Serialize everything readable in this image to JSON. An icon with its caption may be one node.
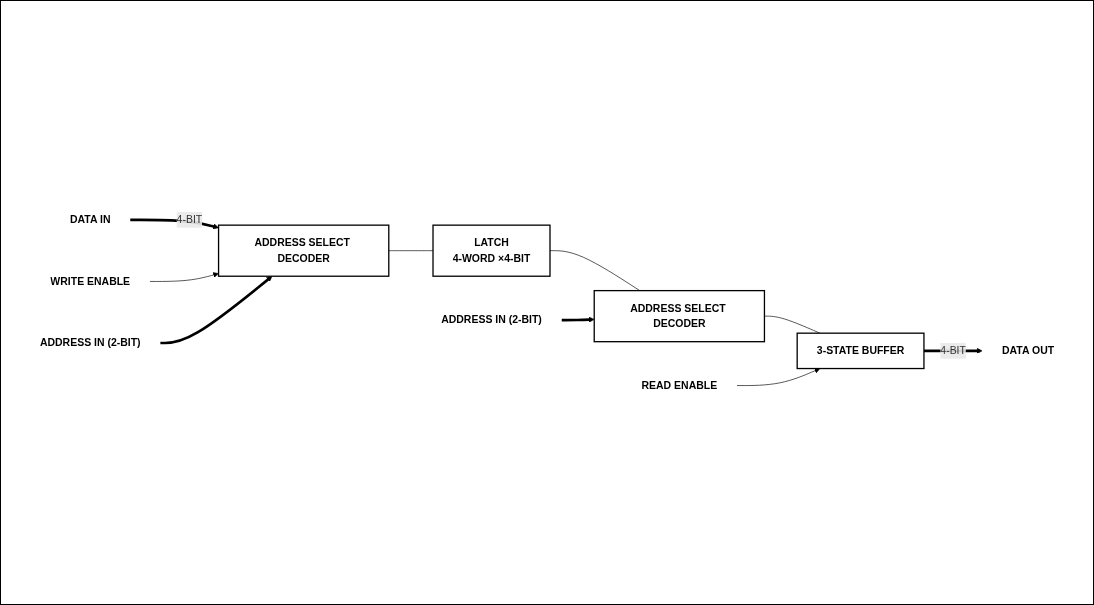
{
  "diagram": {
    "nodes": [
      {
        "text": [
          "DATA IN"
        ]
      },
      {
        "text": [
          "ADDRESS SELECT DECODER"
        ]
      },
      {
        "text": [
          "LATCH",
          "4-WORD ×4-BIT"
        ]
      },
      {
        "text": [
          "ADDRESS SELECT DECODER"
        ]
      },
      {
        "text": [
          "3-STATE BUFFER"
        ]
      },
      {
        "text": [
          "DATA OUT"
        ]
      },
      {
        "text": [
          "WRITE ENABLE"
        ]
      },
      {
        "text": [
          "ADDRESS IN (2-BIT)"
        ]
      },
      {
        "text": [
          "ADDRESS IN (2-BIT)"
        ]
      },
      {
        "text": [
          "READ ENABLE"
        ]
      }
    ],
    "edges": [
      {
        "from": 0,
        "to": 1,
        "arrow": "to",
        "label": "4-BIT",
        "style": "thick"
      },
      {
        "from": 6,
        "to": 1,
        "arrow": "to"
      },
      {
        "from": 7,
        "to": 1,
        "arrow": "to",
        "style": "thick"
      },
      {
        "from": 1,
        "to": 2,
        "arrow": "none"
      },
      {
        "from": 2,
        "to": 3,
        "arrow": "none"
      },
      {
        "from": 8,
        "to": 3,
        "arrow": "to",
        "style": "thick"
      },
      {
        "from": 3,
        "to": 4,
        "arrow": "none"
      },
      {
        "from": 9,
        "to": 4,
        "arrow": "to"
      },
      {
        "from": 4,
        "to": 5,
        "arrow": "to",
        "label": "4-BIT",
        "style": "thick"
      }
    ]
  }
}
